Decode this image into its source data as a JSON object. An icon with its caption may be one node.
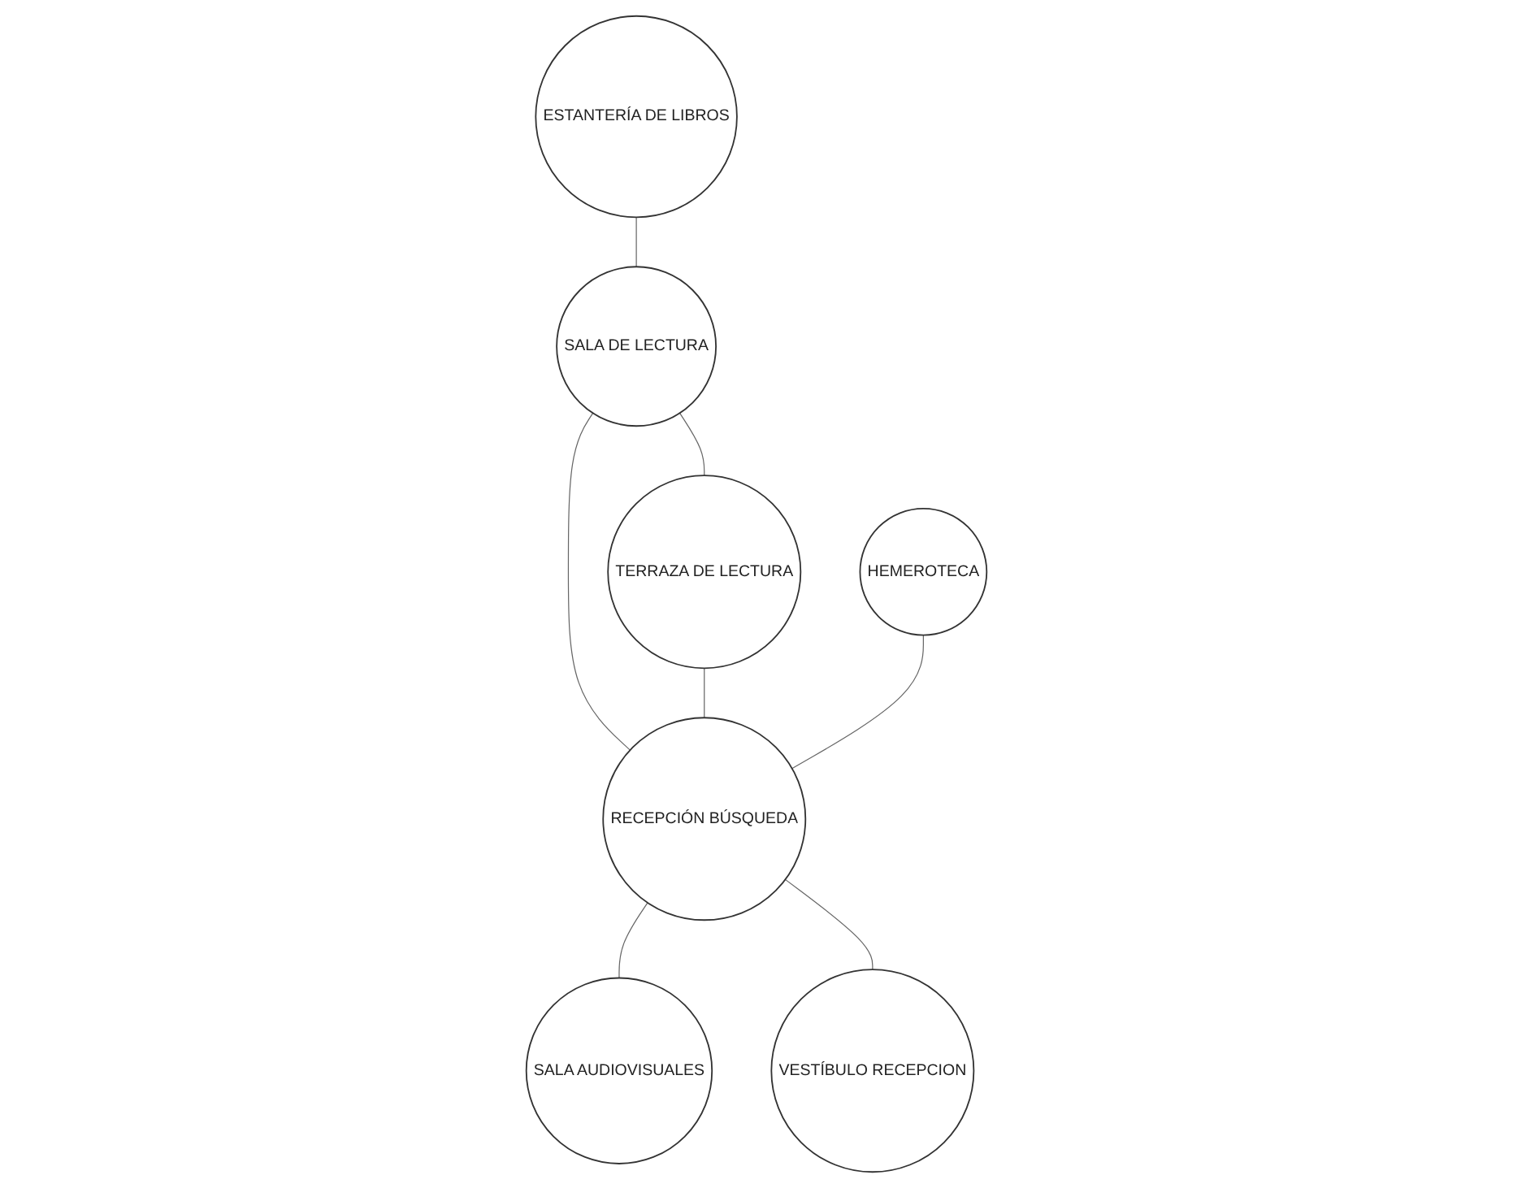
{
  "diagram": {
    "nodes": [
      {
        "text": [
          "ESTANTERÍA DE LIBROS"
        ]
      },
      {
        "text": [
          "SALA DE LECTURA"
        ]
      },
      {
        "text": [
          "TERRAZA DE LECTURA"
        ]
      },
      {
        "text": [
          "HEMEROTECA"
        ]
      },
      {
        "text": [
          "RECEPCIÓN BÚSQUEDA"
        ]
      },
      {
        "text": [
          "SALA AUDIOVISUALES"
        ]
      },
      {
        "text": [
          "VESTÍBULO RECEPCION"
        ]
      }
    ],
    "edges": [
      {
        "from": 0,
        "to": 1,
        "arrow": "none"
      },
      {
        "from": 1,
        "to": 2,
        "arrow": "none"
      },
      {
        "from": 1,
        "to": 4,
        "arrow": "none"
      },
      {
        "from": 2,
        "to": 4,
        "arrow": "none"
      },
      {
        "from": 3,
        "to": 4,
        "arrow": "none"
      },
      {
        "from": 4,
        "to": 5,
        "arrow": "none"
      },
      {
        "from": 4,
        "to": 6,
        "arrow": "none"
      }
    ]
  }
}
